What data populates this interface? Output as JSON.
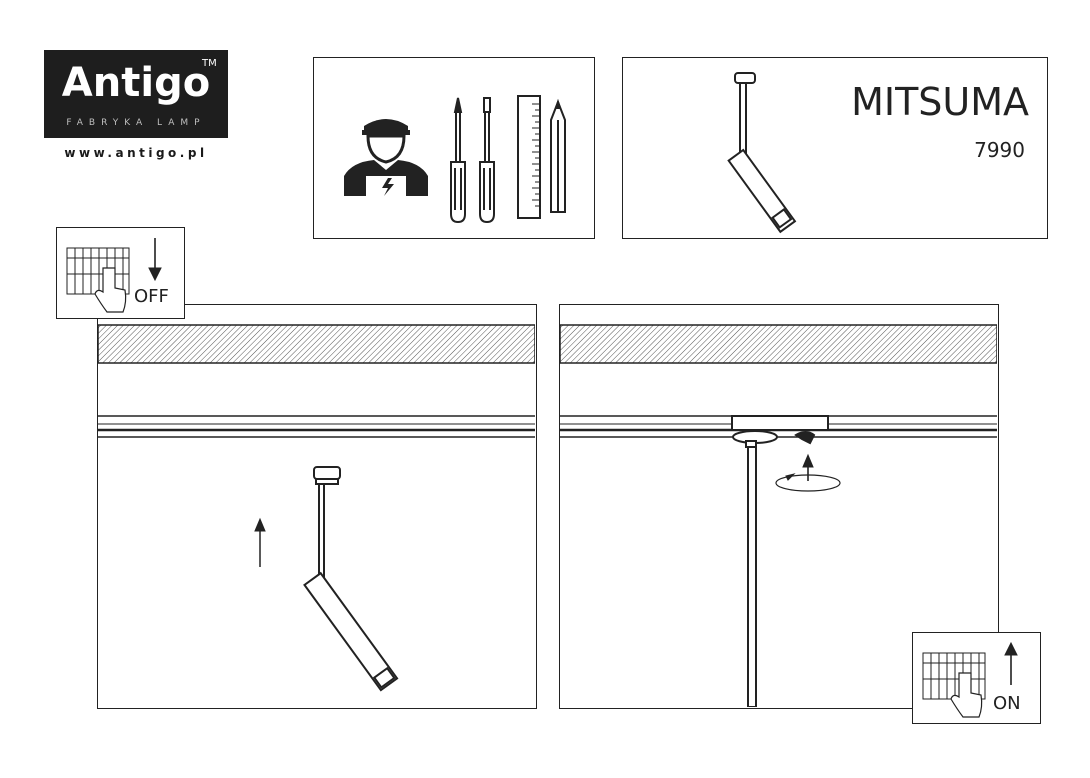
{
  "brand": {
    "name": "Antigo",
    "tm": "TM",
    "tagline": "FABRYKA LAMP",
    "url": "www.antigo.pl"
  },
  "product": {
    "name": "MITSUMA",
    "code": "7990"
  },
  "switch_off": {
    "label": "OFF"
  },
  "switch_on": {
    "label": "ON"
  },
  "icons": [
    "electrician-icon",
    "flat-screwdriver-icon",
    "phillips-screwdriver-icon",
    "ruler-icon",
    "pencil-icon",
    "spotlight-icon",
    "arrow-up-icon",
    "rotate-icon",
    "breaker-panel-icon",
    "hand-icon"
  ]
}
